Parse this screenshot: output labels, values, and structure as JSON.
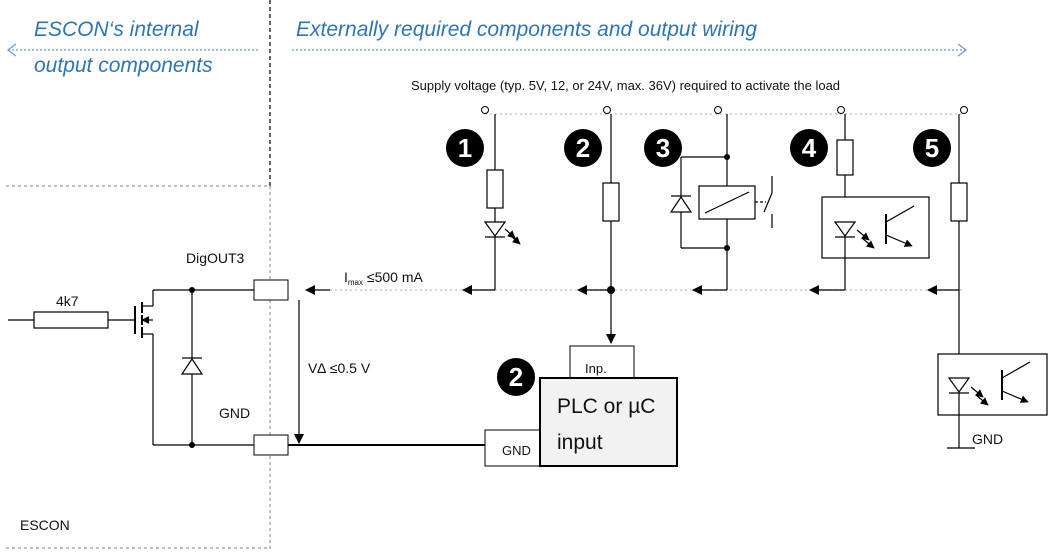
{
  "headers": {
    "internal_line1": "ESCON‘s internal",
    "internal_line2": "output components",
    "external": "Externally required components and output wiring"
  },
  "supply_note": "Supply voltage (typ. 5V, 12, or 24V, max. 36V) required to activate the load",
  "labels": {
    "digout": "DigOUT3",
    "gnd_escon": "GND",
    "escon": "ESCON",
    "resistor": "4k7",
    "current_limit_prefix": "I",
    "current_limit_sub": "max",
    "current_limit_suffix": " ≤500 mA",
    "voltage_drop": "V∆ ≤0.5 V",
    "gnd_right": "GND",
    "inp": "Inp.",
    "gnd_plc": "GND",
    "plc_line1": "PLC or µC",
    "plc_line2": "input"
  },
  "variants": [
    "1",
    "2",
    "3",
    "4",
    "5"
  ],
  "plc_variant": "2",
  "colors": {
    "header_text": "#2e75b6",
    "header_arrow": "#6a9ed2",
    "plc_fill": "#f2f2f2",
    "badge": "#000000"
  }
}
